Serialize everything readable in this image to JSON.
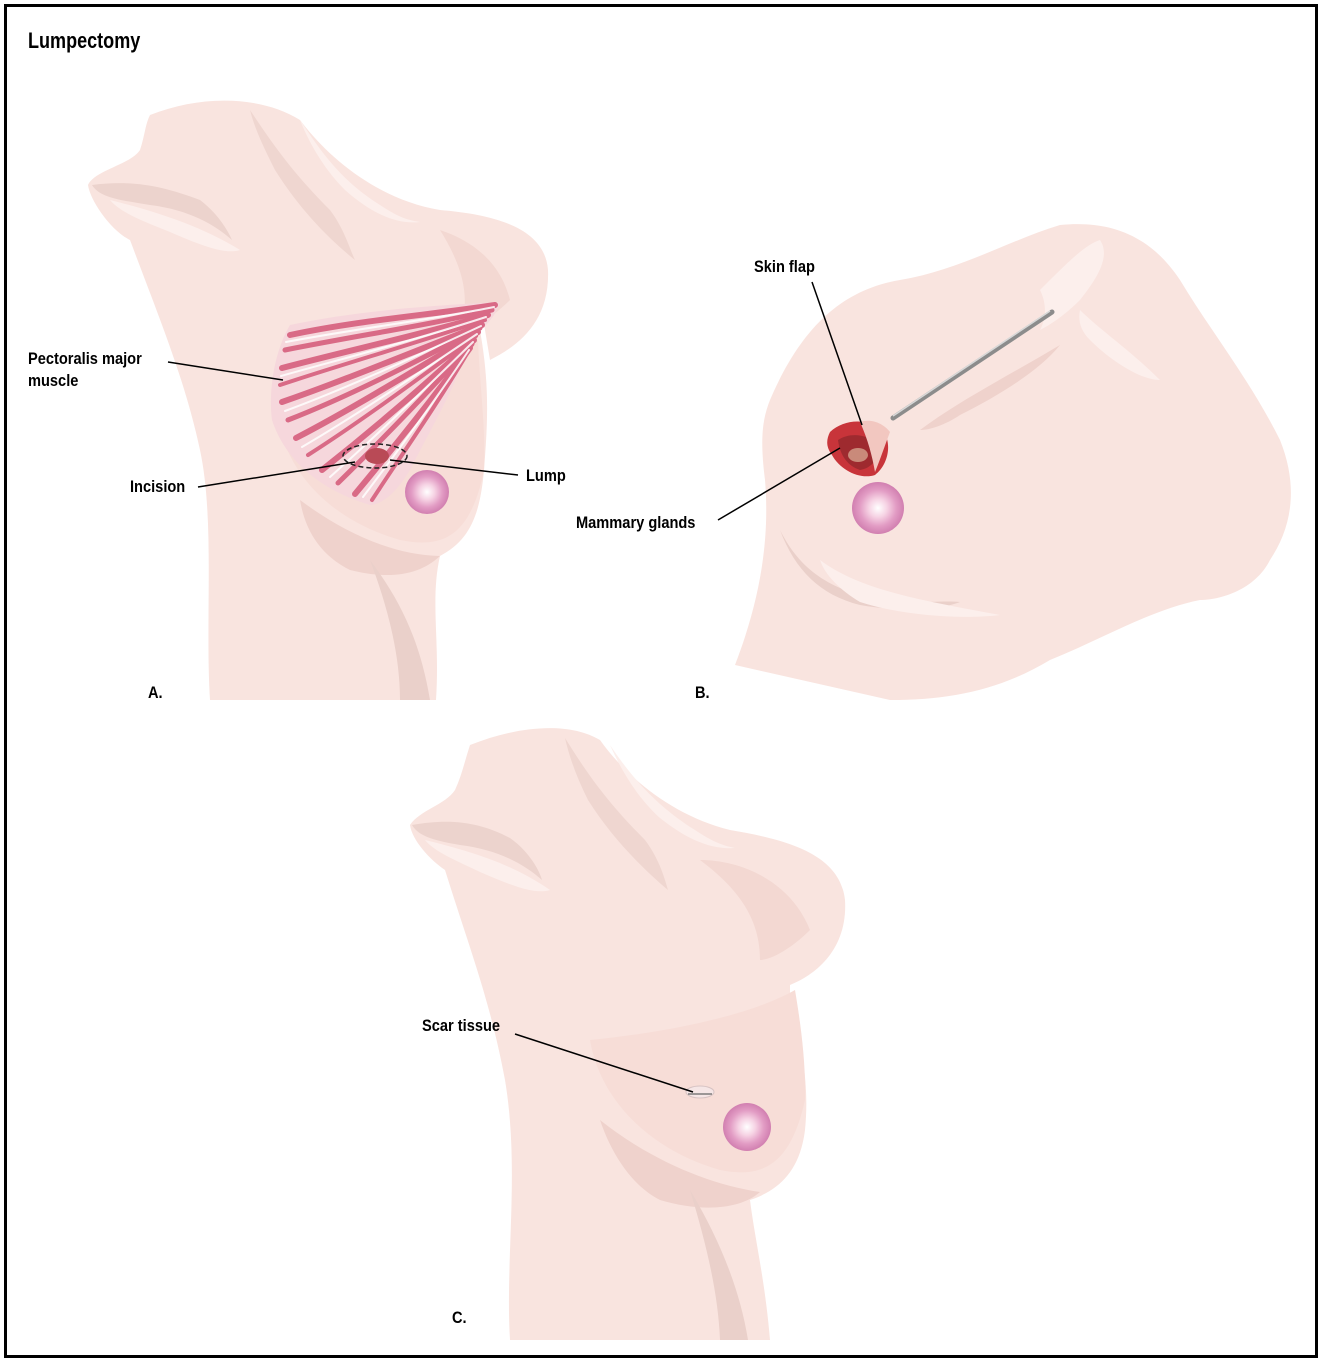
{
  "title": "Lumpectomy",
  "panels": {
    "a": {
      "letter": "A.",
      "labels": {
        "muscle": "Pectoralis major\nmuscle",
        "incision": "Incision",
        "lump": "Lump"
      }
    },
    "b": {
      "letter": "B.",
      "labels": {
        "skin_flap": "Skin flap",
        "mammary": "Mammary glands"
      }
    },
    "c": {
      "letter": "C.",
      "labels": {
        "scar": "Scar tissue"
      }
    }
  },
  "colors": {
    "skin": "#f9e4df",
    "skin_shadow": "#efd2cc",
    "skin_light": "#fcefec",
    "muscle": "#d96a86",
    "muscle_light": "#f6d7dc",
    "nipple": "#d98ab8",
    "nipple_center": "#f8dcea",
    "wound": "#c8343a",
    "instrument": "#9a9a9a"
  }
}
